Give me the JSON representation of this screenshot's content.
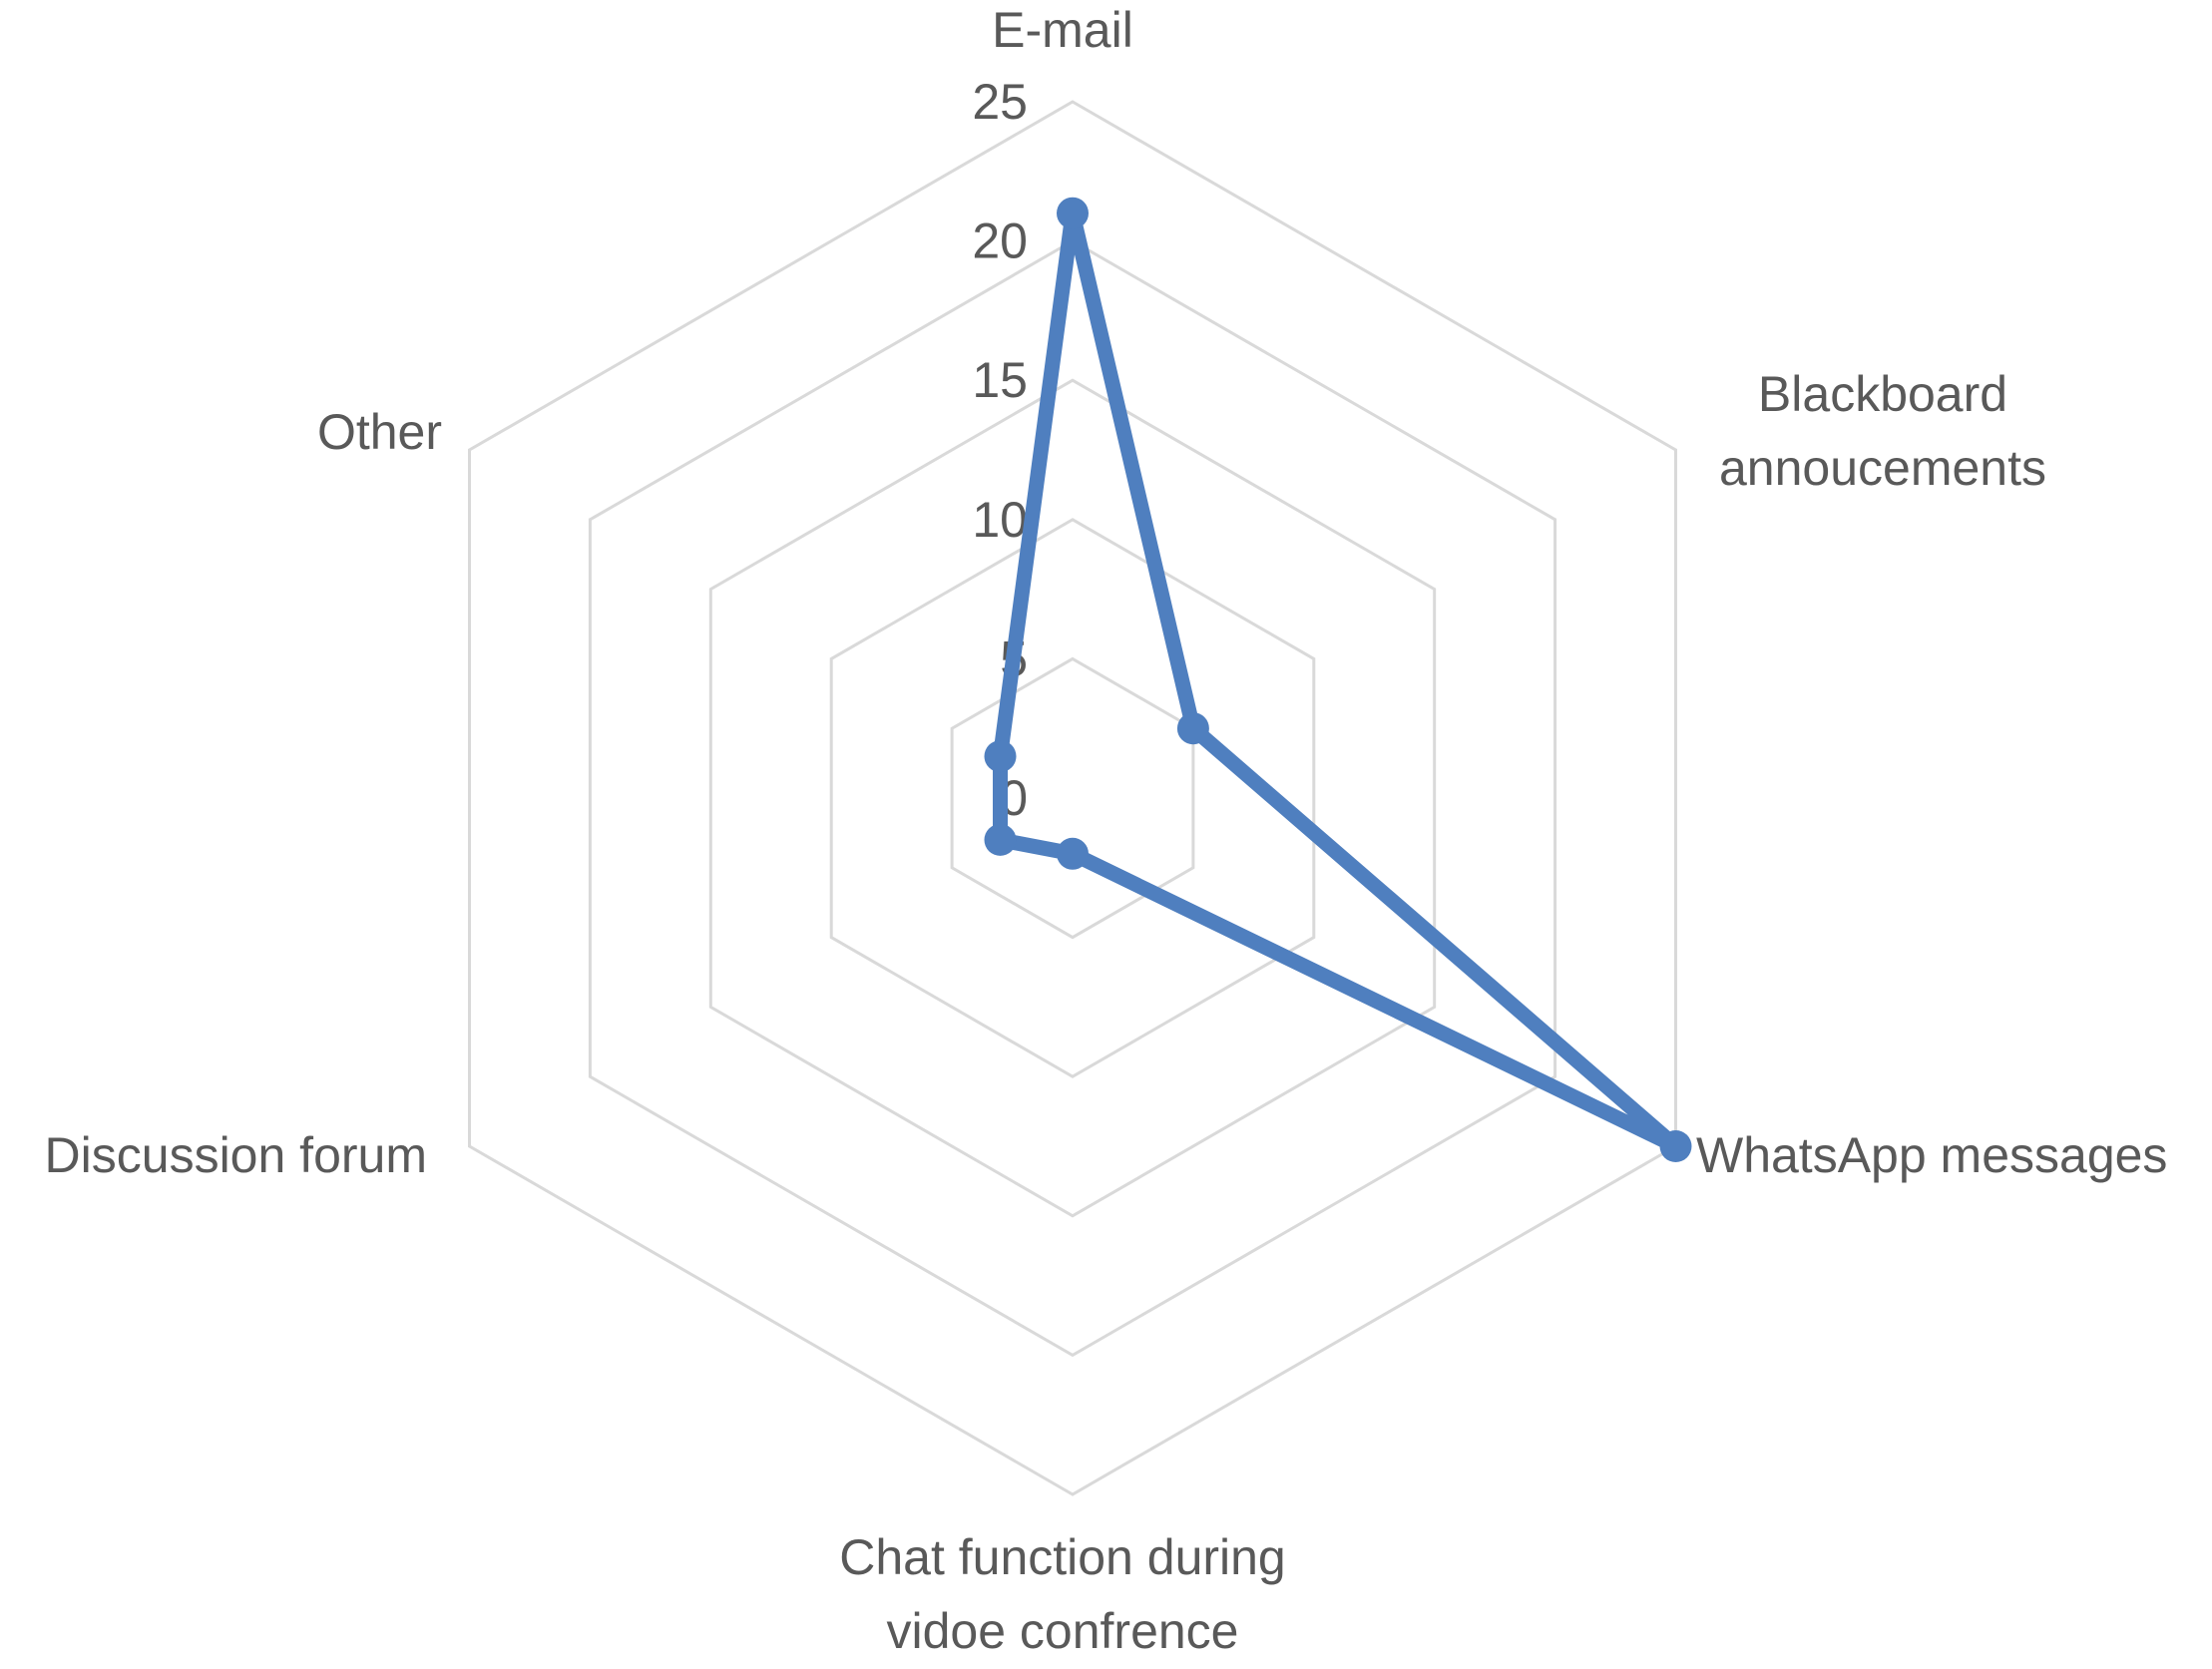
{
  "chart_data": {
    "type": "radar",
    "categories": [
      [
        "E-mail"
      ],
      [
        "Blackboard",
        "annoucements"
      ],
      [
        "WhatsApp messages"
      ],
      [
        "Chat function during",
        "vidoe confrence"
      ],
      [
        "Discussion forum"
      ],
      [
        "Other"
      ]
    ],
    "series": [
      {
        "values": [
          21,
          5,
          25,
          2,
          3,
          3
        ],
        "color": "#4f7fbf"
      }
    ],
    "rlim": [
      0,
      25
    ],
    "ticks": [
      "0",
      "5",
      "10",
      "15",
      "20",
      "25"
    ],
    "grid": true,
    "legend": "none"
  }
}
